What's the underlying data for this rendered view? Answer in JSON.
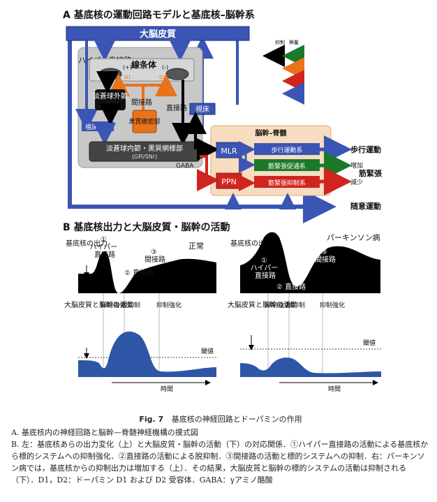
{
  "panel_a": {
    "heading": "A 基底核の運動回路モデルと基底核–脳幹系",
    "cortex": "大脳皮質",
    "striatum": "線条体",
    "plus_sign": "(+)",
    "minus_sign": "(-)",
    "d1": "D1",
    "d2": "D2",
    "gpe": "淡蒼球外節",
    "stn": "視床下核",
    "snc": "黒質緻密部",
    "gpi": "淡蒼球内節・黒質網様部",
    "gpi_sub": "(GPi/SNr)",
    "gaba": "GABA",
    "thalamus": "視床",
    "hyper_direct": "ハイパー直接路",
    "indirect": "間接路",
    "direct": "直接路",
    "legend_inhibit": "抑制",
    "legend_excite": "興奮",
    "brainstem_title": "脳幹–脊髄",
    "mlr": "MLR",
    "ppn": "PPN",
    "loco_system": "歩行運動系",
    "tone_facil": "筋緊張促通系",
    "tone_inhib": "筋緊張抑制系",
    "out_walk": "歩行運動",
    "out_increase": "増加",
    "out_decrease": "減少",
    "out_tone": "筋緊張",
    "out_voluntary": "随意運動"
  },
  "panel_b": {
    "heading": "B 基底核出力と大脳皮質・脳幹の活動",
    "normal": "正常",
    "parkinson": "パーキンソン病",
    "bg_output_label": "基底核の出力",
    "cortex_label": "大脳皮質と脳幹の活動",
    "hyper_label_1": "①",
    "hyper_label_2": "ハイパー",
    "hyper_label_3": "直接路",
    "direct_label": "② 直接路",
    "indirect_label_1": "③",
    "indirect_label_2": "間接路",
    "suppress_strong": "抑制強化",
    "disinhibit": "脱抑制",
    "threshold": "閾値",
    "time": "時間"
  },
  "caption": {
    "fig": "Fig. 7",
    "title": "基底核の神経回路とドーパミンの作用",
    "line_a": "A. 基底核内の神経回路と脳幹—脊髄神経機構の摸式図",
    "line_b": "B. 左：基底核あらの出力変化（上）と大脳皮質・脳幹の活動（下）の対応関係．①ハイパー直接路の活動による基底核から標的システムへの抑制強化．②直接路の活動による脱抑制．③間接路の活動と標的システムへの抑制．右：パーキンソン病では，基底核からの抑制出力は増加する（上）．その結果，大脳皮質と脳幹の標的システムの活動は抑制される（下）．D1，D2：ドーパミン D1 および D2 受容体．GABA：γアミノ酪酸"
  },
  "colors": {
    "blue": "#3a55b4",
    "black": "#000000",
    "green": "#1a7a2a",
    "orange": "#e8731a",
    "red": "#d0241e",
    "panel_gray": "#c8c8c8",
    "brainstem_bg": "#f8dcc0",
    "curve_blue": "#2e56a6"
  }
}
